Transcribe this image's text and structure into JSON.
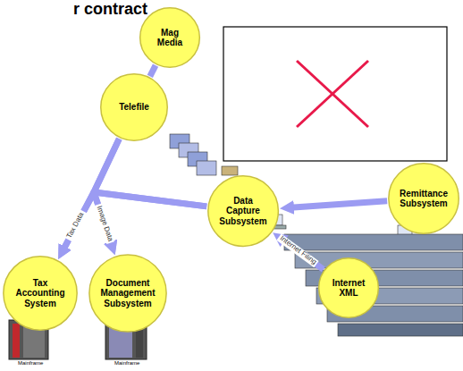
{
  "diagram": {
    "title": "r contract",
    "nodes": [
      {
        "text": [
          "Mag Media"
        ]
      },
      {
        "text": [
          "Telefile"
        ]
      },
      {
        "text": [
          "Data Capture Subsystem"
        ]
      },
      {
        "text": [
          "Remittance Subsystem"
        ]
      },
      {
        "text": [
          "Tax Accounting System"
        ]
      },
      {
        "text": [
          "Document Management Subsystem"
        ]
      },
      {
        "text": [
          "Internet XML"
        ]
      }
    ],
    "edges": [
      {
        "from": 0,
        "to": 1,
        "arrow": "none"
      },
      {
        "from": 1,
        "to": 4,
        "arrow": "to"
      },
      {
        "from": 1,
        "to": 5,
        "arrow": "to"
      },
      {
        "from": 2,
        "to": 4,
        "label": "Tax Data",
        "arrow": "to"
      },
      {
        "from": 2,
        "to": 5,
        "label": "Image Data",
        "arrow": "to"
      },
      {
        "from": 3,
        "to": 2,
        "arrow": "to"
      },
      {
        "from": 6,
        "to": 2,
        "label": "Internet Filing",
        "arrow": "to"
      }
    ],
    "labels": [
      "Mainframe",
      "Mainframe"
    ]
  }
}
